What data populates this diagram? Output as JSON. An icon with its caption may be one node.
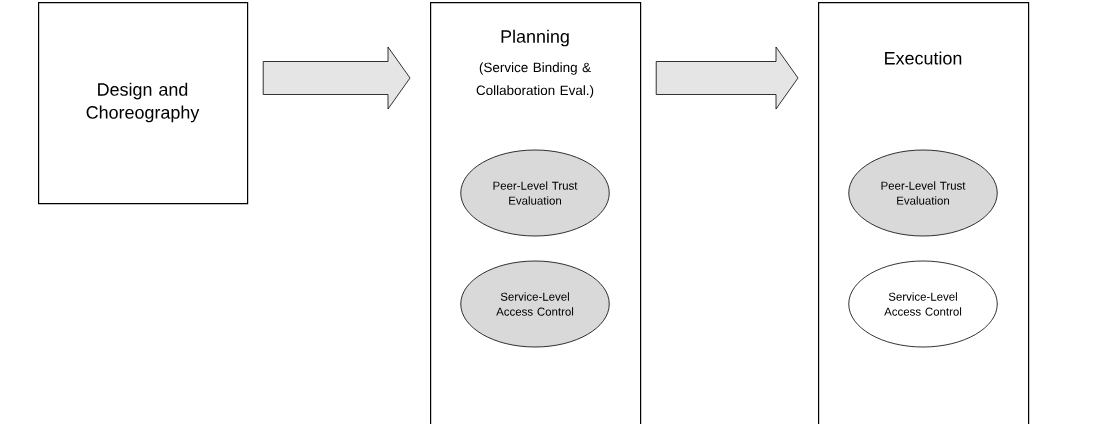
{
  "diagram": {
    "nodes": [
      {
        "text": [
          "Design and Choreography"
        ]
      },
      {
        "text": [
          "Planning",
          "(Service Binding & Collaboration Eval.)"
        ]
      },
      {
        "text": [
          "Peer-Level Trust Evaluation"
        ],
        "in": 1
      },
      {
        "text": [
          "Service-Level Access Control"
        ],
        "in": 1
      },
      {
        "text": [
          "Execution"
        ]
      },
      {
        "text": [
          "Peer-Level Trust Evaluation"
        ],
        "in": 4
      },
      {
        "text": [
          "Service-Level Access Control"
        ],
        "in": 4
      }
    ],
    "edges": [
      {
        "from": 0,
        "to": 1,
        "arrow": "to"
      },
      {
        "from": 1,
        "to": 4,
        "arrow": "to"
      }
    ]
  }
}
